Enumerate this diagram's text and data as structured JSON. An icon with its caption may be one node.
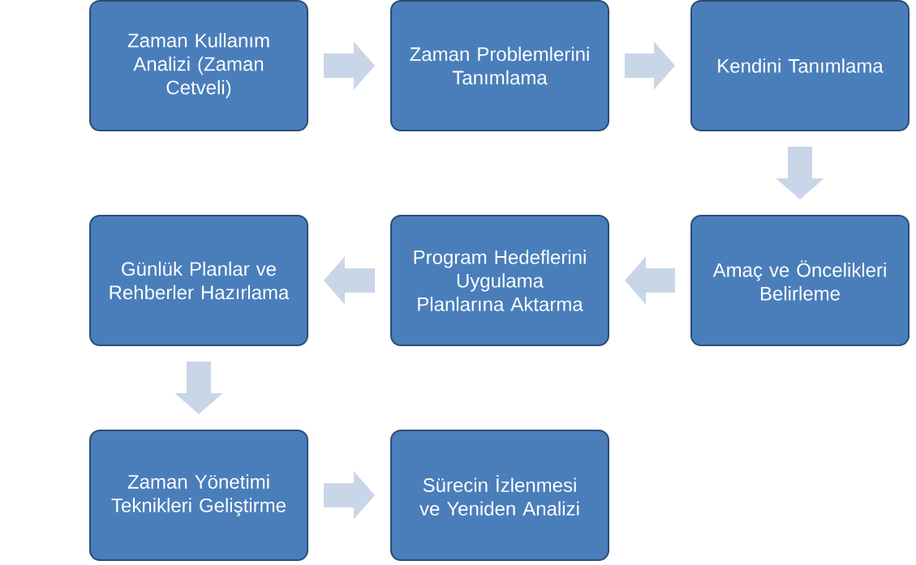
{
  "diagram": {
    "nodes": [
      {
        "text": [
          "Zaman Kullanım Analizi (Zaman Cetveli)"
        ]
      },
      {
        "text": [
          "Zaman Problemlerini Tanımlama"
        ]
      },
      {
        "text": [
          "Kendini Tanımlama"
        ]
      },
      {
        "text": [
          "Amaç ve Öncelikleri Belirleme"
        ]
      },
      {
        "text": [
          "Program Hedeflerini Uygulama Planlarına Aktarma"
        ]
      },
      {
        "text": [
          "Günlük Planlar ve Rehberler Hazırlama"
        ]
      },
      {
        "text": [
          "Zaman Yönetimi Teknikleri Geliştirme"
        ]
      },
      {
        "text": [
          "Sürecin İzlenmesi ve Yeniden Analizi"
        ]
      }
    ],
    "edges": [
      {
        "from": 0,
        "to": 1,
        "arrow": "to"
      },
      {
        "from": 1,
        "to": 2,
        "arrow": "to"
      },
      {
        "from": 2,
        "to": 3,
        "arrow": "to"
      },
      {
        "from": 3,
        "to": 4,
        "arrow": "to"
      },
      {
        "from": 4,
        "to": 5,
        "arrow": "to"
      },
      {
        "from": 5,
        "to": 6,
        "arrow": "to"
      },
      {
        "from": 6,
        "to": 7,
        "arrow": "to"
      }
    ]
  }
}
